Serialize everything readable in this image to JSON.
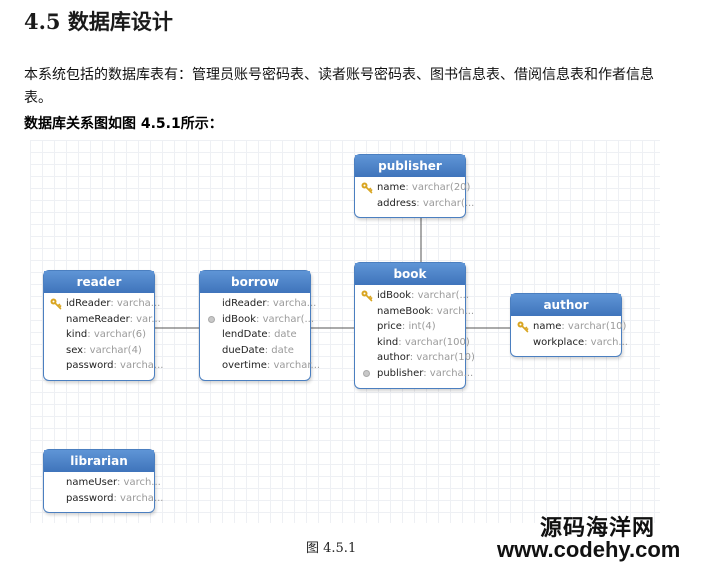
{
  "document": {
    "heading": "4.5 数据库设计",
    "paragraph": "本系统包括的数据库表有：管理员账号密码表、读者账号密码表、图书信息表、借阅信息表和作者信息表。",
    "diagram_intro": "数据库关系图如图 4.5.1所示：",
    "figure_caption": "图 4.5.1"
  },
  "diagram": {
    "tables": {
      "publisher": {
        "title": "publisher",
        "fields": [
          {
            "name": "name",
            "type": ": varchar(20)",
            "icon": "key-icon"
          },
          {
            "name": "address",
            "type": ": varchar(...",
            "icon": "none"
          }
        ]
      },
      "reader": {
        "title": "reader",
        "fields": [
          {
            "name": "idReader",
            "type": ": varcha...",
            "icon": "key-icon"
          },
          {
            "name": "nameReader",
            "type": ": var...",
            "icon": "none"
          },
          {
            "name": "kind",
            "type": ": varchar(6)",
            "icon": "none"
          },
          {
            "name": "sex",
            "type": ": varchar(4)",
            "icon": "none"
          },
          {
            "name": "password",
            "type": ": varcha...",
            "icon": "none"
          }
        ]
      },
      "borrow": {
        "title": "borrow",
        "fields": [
          {
            "name": "idReader",
            "type": ": varcha...",
            "icon": "none"
          },
          {
            "name": "idBook",
            "type": ": varchar(...",
            "icon": "foreign-key-icon"
          },
          {
            "name": "lendDate",
            "type": ": date",
            "icon": "none"
          },
          {
            "name": "dueDate",
            "type": ": date",
            "icon": "none"
          },
          {
            "name": "overtime",
            "type": ": varchar...",
            "icon": "none"
          }
        ]
      },
      "book": {
        "title": "book",
        "fields": [
          {
            "name": "idBook",
            "type": ": varchar(...",
            "icon": "key-icon"
          },
          {
            "name": "nameBook",
            "type": ": varch...",
            "icon": "none"
          },
          {
            "name": "price",
            "type": ": int(4)",
            "icon": "none"
          },
          {
            "name": "kind",
            "type": ": varchar(100)",
            "icon": "none"
          },
          {
            "name": "author",
            "type": ": varchar(10)",
            "icon": "none"
          },
          {
            "name": "publisher",
            "type": ": varcha...",
            "icon": "foreign-key-icon"
          }
        ]
      },
      "author": {
        "title": "author",
        "fields": [
          {
            "name": "name",
            "type": ": varchar(10)",
            "icon": "key-icon"
          },
          {
            "name": "workplace",
            "type": ": varch...",
            "icon": "none"
          }
        ]
      },
      "librarian": {
        "title": "librarian",
        "fields": [
          {
            "name": "nameUser",
            "type": ": varch...",
            "icon": "none"
          },
          {
            "name": "password",
            "type": ": varcha...",
            "icon": "none"
          }
        ]
      }
    },
    "relationships": [
      {
        "from": "reader",
        "to": "borrow"
      },
      {
        "from": "borrow",
        "to": "book"
      },
      {
        "from": "book",
        "to": "publisher"
      },
      {
        "from": "book",
        "to": "author"
      }
    ]
  },
  "watermark": {
    "name": "源码海洋网",
    "url": "www.codehy.com"
  },
  "colors": {
    "header_blue": "#4b7fc0",
    "type_gray": "#9a9a9a",
    "key_gold": "#d9a521"
  }
}
